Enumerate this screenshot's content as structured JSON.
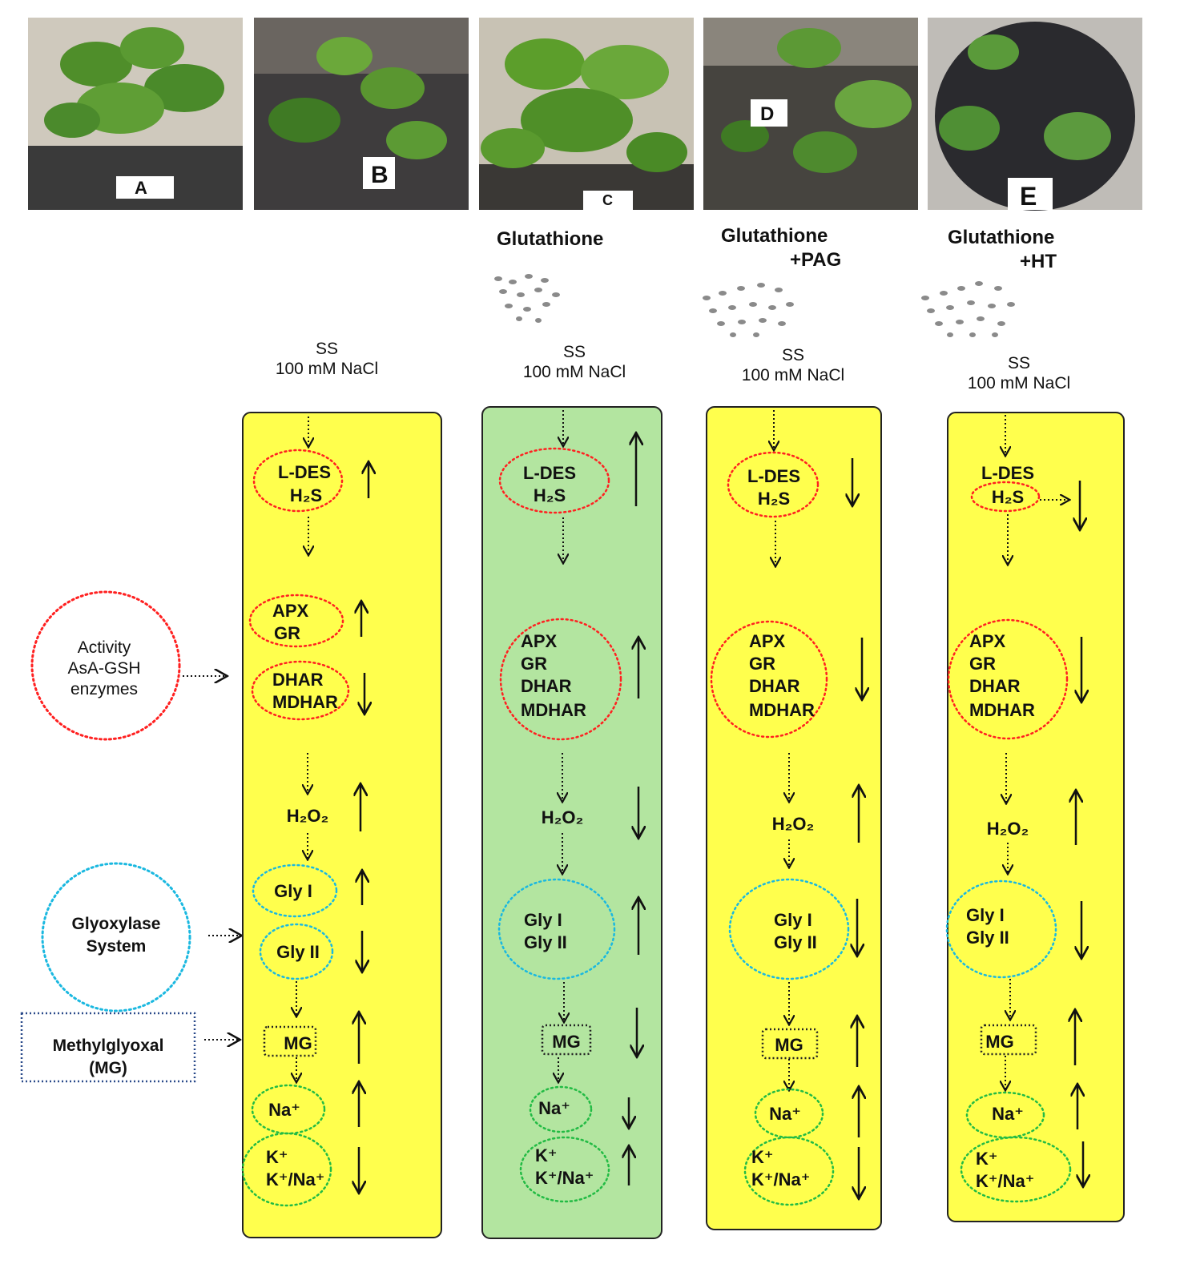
{
  "photos": [
    {
      "letter": "A",
      "bg": "#cfc9bd",
      "leaf": "#4f8e2a"
    },
    {
      "letter": "B",
      "bg": "#3e3c3d",
      "leaf": "#5a9630"
    },
    {
      "letter": "C",
      "bg": "#c8c2b4",
      "leaf": "#5c9e2b"
    },
    {
      "letter": "D",
      "bg": "#46443f",
      "leaf": "#5c9935"
    },
    {
      "letter": "E",
      "bg": "#bfbcb7",
      "leaf": "#4f8f34"
    }
  ],
  "treatments": {
    "c": {
      "line1": "Glutathione",
      "line2": ""
    },
    "d": {
      "line1": "Glutathione",
      "line2": "+PAG"
    },
    "e": {
      "line1": "Glutathione",
      "line2": "+HT"
    }
  },
  "stress": {
    "line1": "SS",
    "line2": "100 mM NaCl"
  },
  "legend": {
    "enzymes": [
      "Activity",
      "AsA-GSH",
      "enzymes"
    ],
    "glyoxylase": [
      "Glyoxylase",
      "System"
    ],
    "mg": [
      "Methylglyoxal",
      "(MG)"
    ]
  },
  "labels": {
    "ldes": "L-DES",
    "h2s": "H₂S",
    "apx": "APX",
    "gr": "GR",
    "dhar": "DHAR",
    "mdhar": "MDHAR",
    "h2o2": "H₂O₂",
    "gly1": "Gly I",
    "gly2": "Gly II",
    "mg": "MG",
    "na": "Na⁺",
    "k": "K⁺",
    "kna": "K⁺/Na⁺"
  },
  "colors": {
    "yellow_panel": "#ffff4d",
    "green_panel": "#b3e5a0",
    "red_dots": "#ff2020",
    "cyan_dots": "#1ab8e0",
    "green_dots": "#22bb44",
    "black_dots": "#222222",
    "navy_dots": "#2a4a8a"
  },
  "trends": {
    "B": {
      "ldes_h2s": "up",
      "apx_gr": "up",
      "dhar_mdhar": "down",
      "h2o2": "up",
      "gly1": "up",
      "gly2": "down",
      "mg": "up",
      "na": "up",
      "k_kna": "down"
    },
    "C": {
      "ldes_h2s": "up",
      "asa_gsh": "up",
      "h2o2": "down",
      "glyoxylase": "up",
      "mg": "down",
      "na": "down",
      "k_kna": "up"
    },
    "D": {
      "ldes_h2s": "down",
      "asa_gsh": "down",
      "h2o2": "up",
      "glyoxylase": "down",
      "mg": "up",
      "na": "up",
      "k_kna": "down"
    },
    "E": {
      "ldes_h2s": "down",
      "asa_gsh": "down",
      "h2o2": "up",
      "glyoxylase": "down",
      "mg": "up",
      "na": "up",
      "k_kna": "down"
    }
  }
}
